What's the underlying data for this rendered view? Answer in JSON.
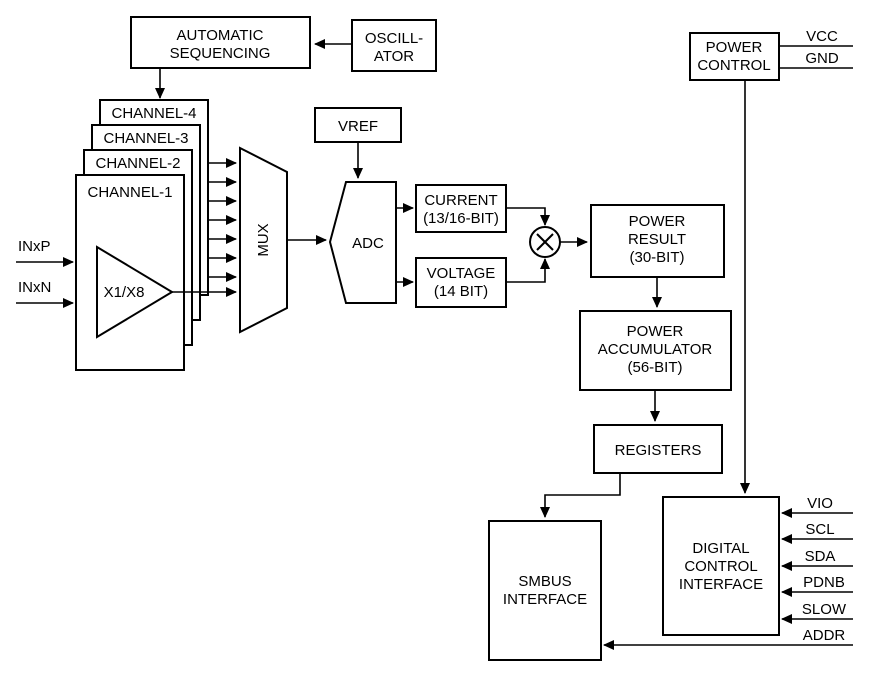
{
  "blocks": {
    "automatic_sequencing": {
      "line1": "AUTOMATIC",
      "line2": "SEQUENCING"
    },
    "oscillator": {
      "line1": "OSCILL-",
      "line2": "ATOR"
    },
    "channel_4": {
      "label": "CHANNEL-4"
    },
    "channel_3": {
      "label": "CHANNEL-3"
    },
    "channel_2": {
      "label": "CHANNEL-2"
    },
    "channel_1": {
      "label": "CHANNEL-1"
    },
    "amplifier": {
      "label": "X1/X8"
    },
    "mux": {
      "label": "MUX"
    },
    "vref": {
      "label": "VREF"
    },
    "adc": {
      "label": "ADC"
    },
    "current_result": {
      "line1": "CURRENT",
      "line2": "(13/16-BIT)"
    },
    "voltage_result": {
      "line1": "VOLTAGE",
      "line2": "(14 BIT)"
    },
    "power_result": {
      "line1": "POWER",
      "line2": "RESULT",
      "line3": "(30-BIT)"
    },
    "power_accumulator": {
      "line1": "POWER",
      "line2": "ACCUMULATOR",
      "line3": "(56-BIT)"
    },
    "registers": {
      "label": "REGISTERS"
    },
    "smbus_interface": {
      "line1": "SMBUS",
      "line2": "INTERFACE"
    },
    "digital_control_interface": {
      "line1": "DIGITAL",
      "line2": "CONTROL",
      "line3": "INTERFACE"
    },
    "power_control": {
      "line1": "POWER",
      "line2": "CONTROL"
    }
  },
  "pins": {
    "inxp": {
      "label": "INxP"
    },
    "inxn": {
      "label": "INxN"
    },
    "vcc": {
      "label": "VCC"
    },
    "gnd": {
      "label": "GND"
    },
    "vio": {
      "label": "VIO"
    },
    "scl": {
      "label": "SCL"
    },
    "sda": {
      "label": "SDA"
    },
    "pdnb": {
      "label": "PDNB"
    },
    "slow": {
      "label": "SLOW"
    },
    "addr": {
      "label": "ADDR"
    }
  },
  "colors": {
    "line": "#000000",
    "background": "#ffffff"
  }
}
